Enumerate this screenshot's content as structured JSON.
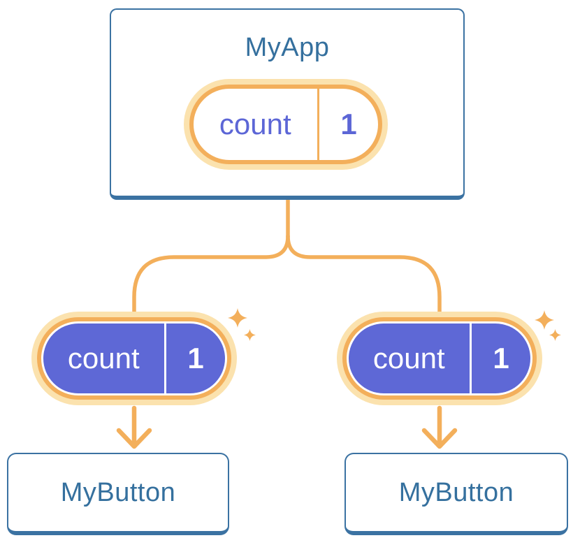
{
  "colors": {
    "orange": "#f3af5b",
    "orange_light": "#fbe2ae",
    "purple": "#5e68d6",
    "blue_border": "#3b72a2",
    "blue_text": "#35709e",
    "white": "#ffffff"
  },
  "icons": {
    "sparkle": "✦",
    "arrow_down": "↓"
  },
  "tree": {
    "root": {
      "name": "MyApp",
      "state": {
        "label": "count",
        "value": "1"
      }
    },
    "children": [
      {
        "name": "MyButton",
        "state": {
          "label": "count",
          "value": "1"
        }
      },
      {
        "name": "MyButton",
        "state": {
          "label": "count",
          "value": "1"
        }
      }
    ]
  }
}
